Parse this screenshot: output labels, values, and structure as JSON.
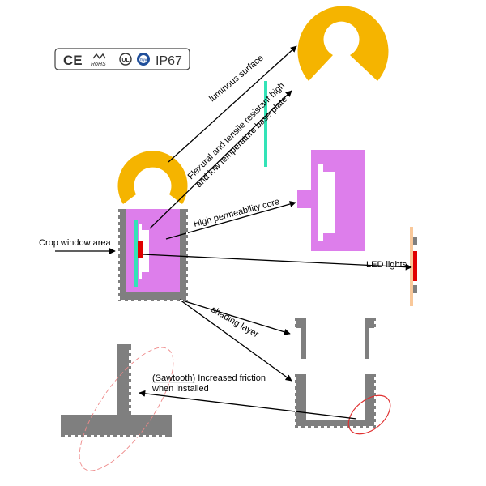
{
  "certifications": {
    "ce": "CE",
    "rohs_prefix": "RoHS",
    "ul": "UL",
    "tuv": "TÜV",
    "ip": "IP67"
  },
  "labels": {
    "luminous_surface": "luminous surface",
    "base_plate_line1": "Flexural and tensile resistant high",
    "base_plate_line2": "and low temperature base plate",
    "core": "High permeability core",
    "crop_window": "Crop window area",
    "led": "LED lights",
    "shading": "shading layer",
    "sawtooth_word": "(Sawtooth)",
    "sawtooth_rest": " Increased friction",
    "sawtooth_line2": "when installed"
  },
  "colors": {
    "diffuser": "#F5B400",
    "core": "#DD7EEB",
    "sheath": "#7F7F7F",
    "base_plate": "#33E3B7",
    "led": "#E00000",
    "led_strip": "#F9C89A",
    "annotation": "#E05555",
    "arrow": "#000000"
  }
}
